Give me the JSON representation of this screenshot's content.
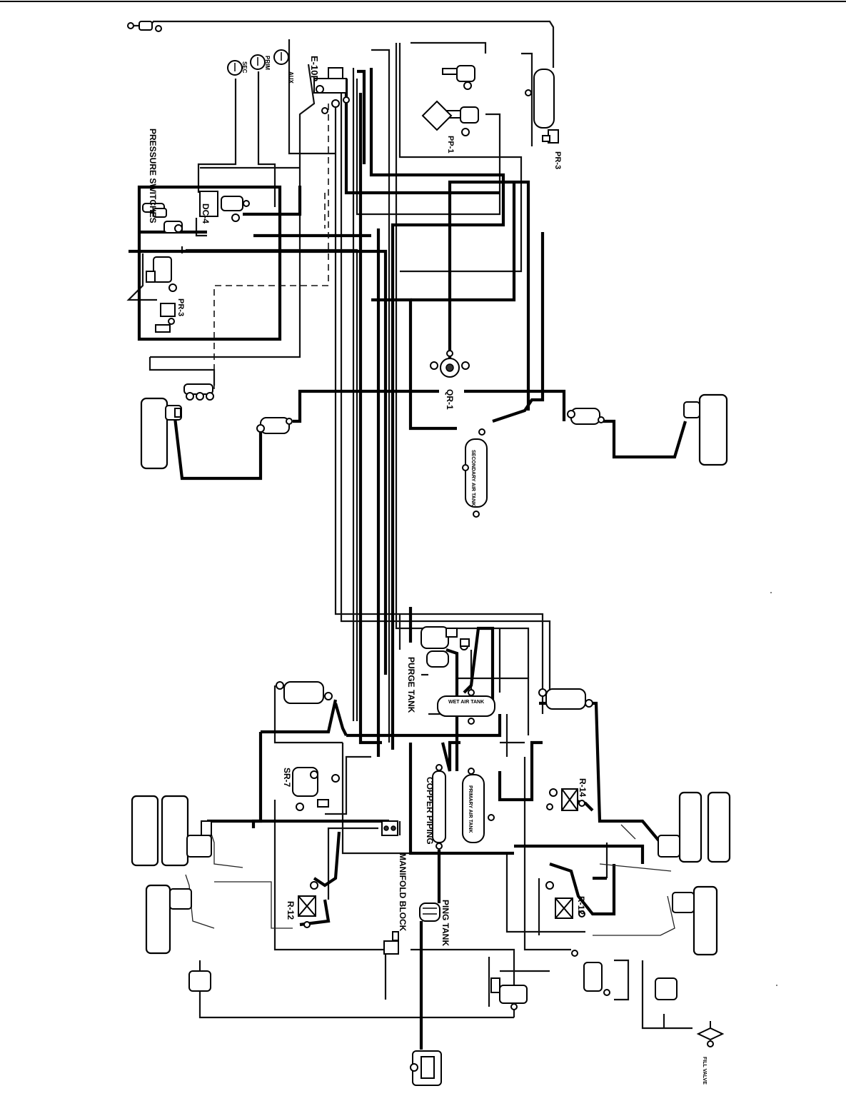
{
  "labels": {
    "pressure_switches": "PRESSURE SWITCHES",
    "e10p": "E-10P",
    "dc4": "DC-4",
    "pr3_left": "PR-3",
    "pr3_right": "PR-3",
    "pp1": "PP-1",
    "qr1": "QR-1",
    "sr7": "SR-7",
    "r14": "R-14",
    "r12_left": "R-12",
    "r12_right": "R-12",
    "purge_tank": "PURGE TANK",
    "copper_piping": "COPPER PIPING",
    "manifold_block": "MANIFOLD BLOCK",
    "ping_tank": "PING TANK",
    "gauge_sec": "SEC",
    "gauge_prim": "PRIM",
    "gauge_aux": "AUX",
    "wet_air_tank": "WET AIR TANK",
    "primary_air_tank": "PRIMARY AIR TANK",
    "secondary_air_tank": "SECONDARY AIR TANK",
    "fill_valve": "FILL VALVE"
  }
}
